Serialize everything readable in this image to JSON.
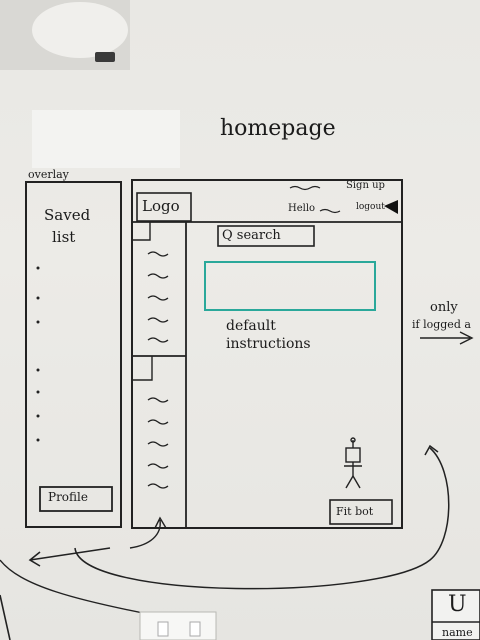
{
  "heading": "homepage",
  "overlay": {
    "label": "overlay",
    "title_line1": "Saved",
    "title_line2": "list",
    "profile_button": "Profile"
  },
  "mockup": {
    "logo": "Logo",
    "signup": "Sign up",
    "hello": "Hello",
    "logout": "logout",
    "search": "Q search",
    "default_line1": "default",
    "default_line2": "instructions",
    "fit_bot": "Fit bot"
  },
  "note": {
    "line1": "only",
    "line2": "if logged a"
  },
  "corner": {
    "letter": "U",
    "name": "name"
  },
  "colors": {
    "ink": "#1e1e1e",
    "teal": "#2aa89a"
  }
}
